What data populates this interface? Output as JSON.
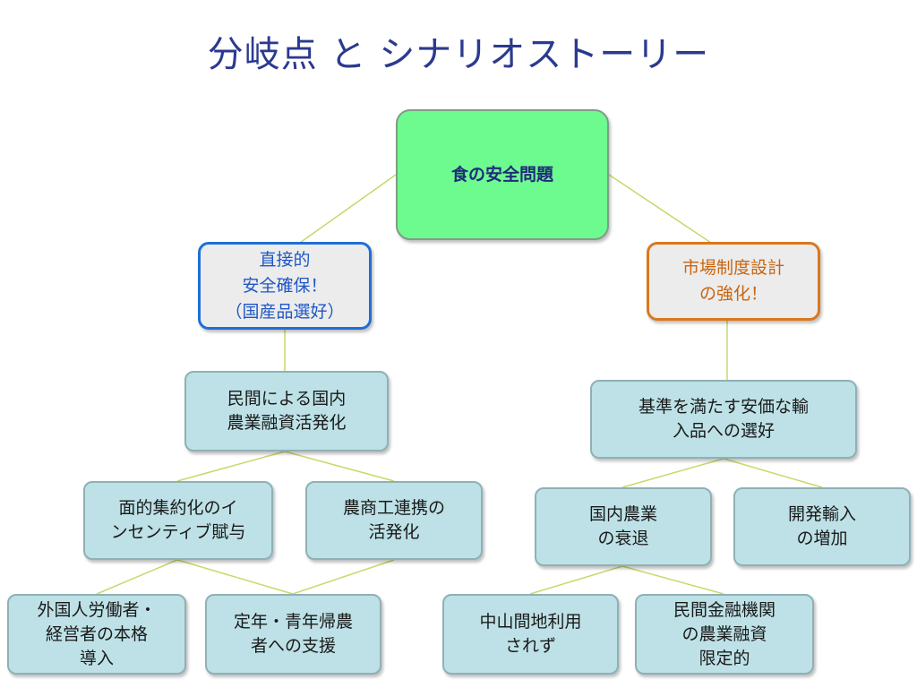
{
  "title": "分岐点 と シナリオストーリー",
  "colors": {
    "title": "#2b3a8f",
    "root_fill": "#6dfb8f",
    "node_fill": "#bde1e6",
    "left_branch_border": "#1f6fd6",
    "right_branch_border": "#d9781e",
    "connector": "#c6d96a"
  },
  "nodes": {
    "root": "食の安全問題",
    "left_branch": "直接的\n安全確保！\n（国産品選好）",
    "right_branch": "市場制度設計\nの強化！",
    "left_level2": "民間による国内\n農業融資活発化",
    "right_level2": "基準を満たす安価な輸\n入品への選好",
    "left_level3_a": "面的集約化のイ\nンセンティブ賦与",
    "left_level3_b": "農商工連携の\n活発化",
    "right_level3_a": "国内農業\nの衰退",
    "right_level3_b": "開発輸入\nの増加",
    "leaf_1": "外国人労働者・\n経営者の本格\n導入",
    "leaf_2": "定年・青年帰農\n者への支援",
    "leaf_3": "中山間地利用\nされず",
    "leaf_4": "民間金融機関\nの農業融資\n限定的"
  }
}
